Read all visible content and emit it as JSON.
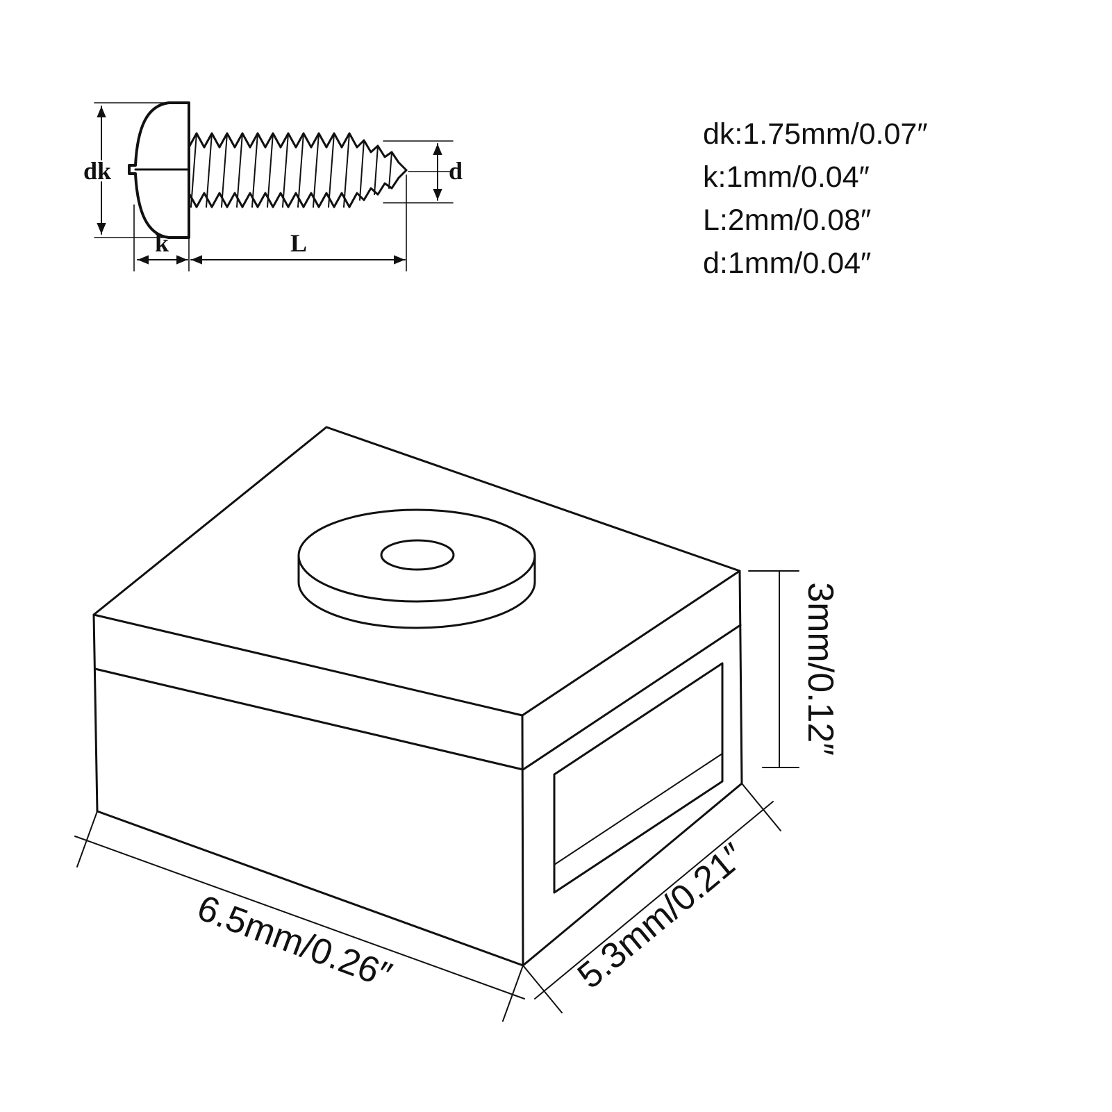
{
  "colors": {
    "background": "#ffffff",
    "line": "#111111"
  },
  "screw": {
    "labels": {
      "dk": "dk",
      "k": "k",
      "L": "L",
      "d": "d"
    }
  },
  "specs": {
    "items": [
      "dk:1.75mm/0.07″",
      "k:1mm/0.04″",
      "L:2mm/0.08″",
      "d:1mm/0.04″"
    ]
  },
  "block": {
    "dim_width": "6.5mm/0.26″",
    "dim_depth": "5.3mm/0.21″",
    "dim_height": "3mm/0.12″"
  }
}
